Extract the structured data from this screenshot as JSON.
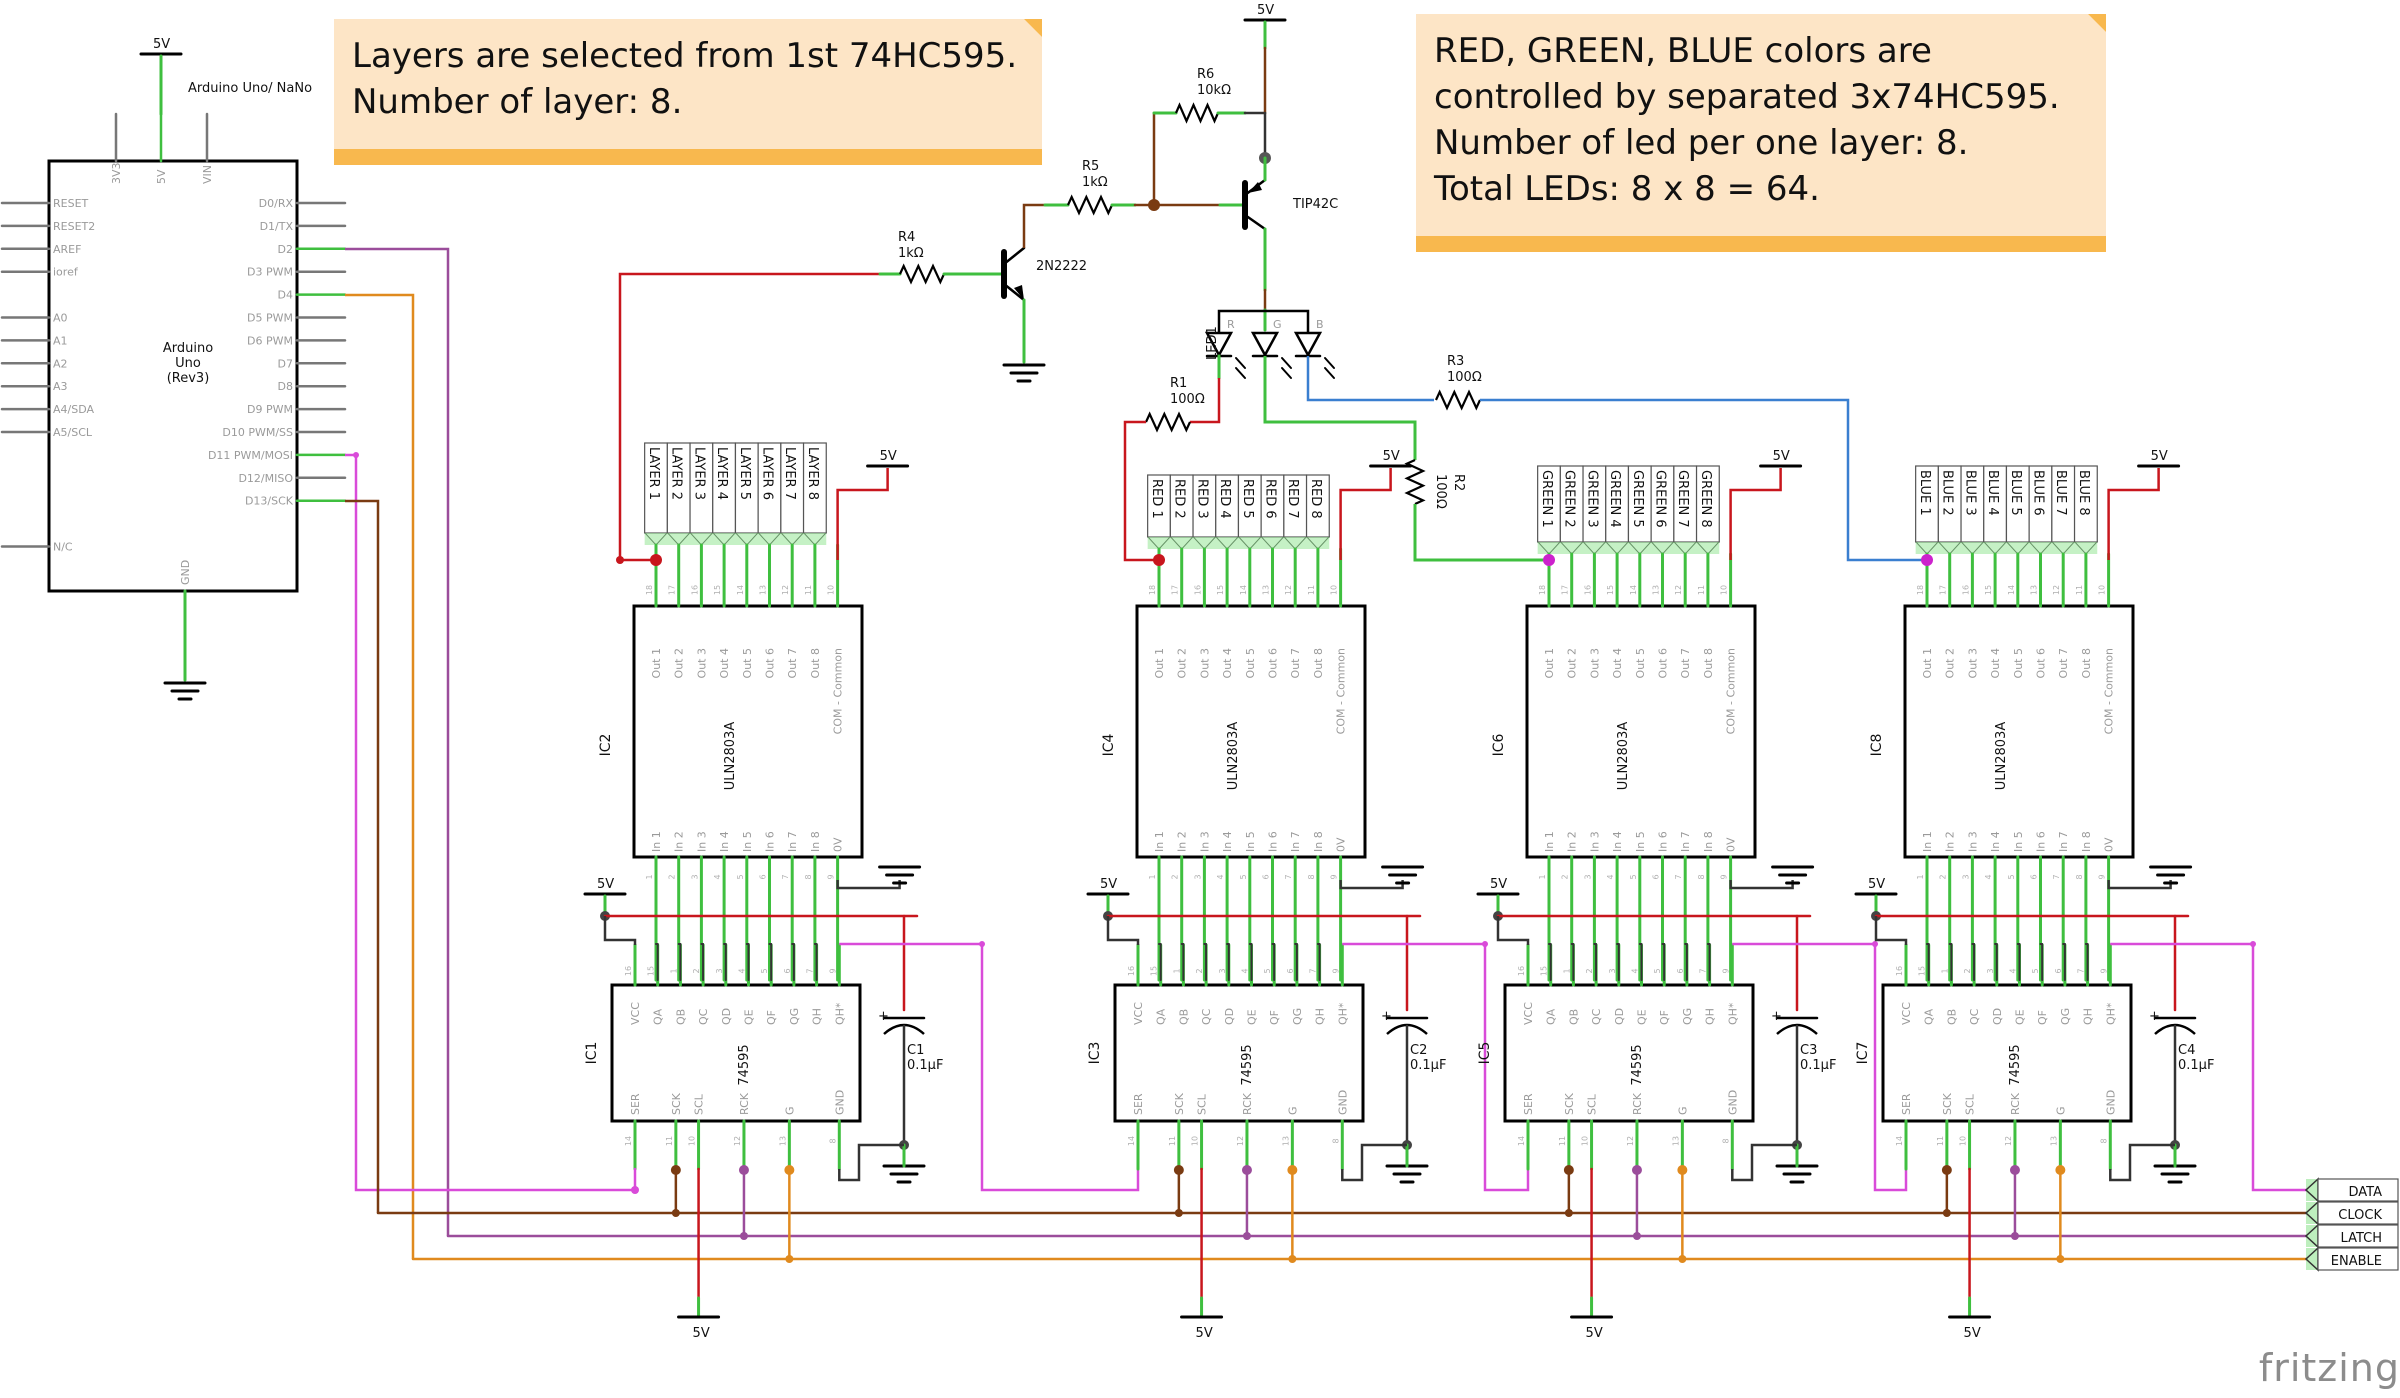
{
  "notes": {
    "layers": "Layers are selected from 1st 74HC595.\nNumber of layer: 8.",
    "colors": "RED, GREEN, BLUE colors are\ncontrolled by separated 3x74HC595.\nNumber of led per one layer: 8.\nTotal LEDs: 8 x 8 = 64."
  },
  "arduino": {
    "caption": "Arduino Uno/ NaNo",
    "name_line1": "Arduino",
    "name_line2": "Uno",
    "name_line3": "(Rev3)",
    "power_label": "5V",
    "top_pins": [
      "3V3",
      "5V",
      "VIN"
    ],
    "left_pins": [
      "RESET",
      "RESET2",
      "AREF",
      "ioref",
      "",
      "A0",
      "A1",
      "A2",
      "A3",
      "A4/SDA",
      "A5/SCL",
      "",
      "",
      "",
      "",
      "N/C"
    ],
    "right_pins": [
      "D0/RX",
      "D1/TX",
      "D2",
      "D3 PWM",
      "D4",
      "D5 PWM",
      "D6 PWM",
      "D7",
      "D8",
      "D9 PWM",
      "D10 PWM/SS",
      "D11 PWM/MOSI",
      "D12/MISO",
      "D13/SCK"
    ],
    "gnd_pin": "GND"
  },
  "transistors": {
    "q1": "2N2222",
    "q2": "TIP42C"
  },
  "resistors": {
    "r1": {
      "name": "R1",
      "value": "100Ω"
    },
    "r2": {
      "name": "R2",
      "value": "100Ω"
    },
    "r3": {
      "name": "R3",
      "value": "100Ω"
    },
    "r4": {
      "name": "R4",
      "value": "1kΩ"
    },
    "r5": {
      "name": "R5",
      "value": "1kΩ"
    },
    "r6": {
      "name": "R6",
      "value": "10kΩ"
    }
  },
  "led": {
    "name": "LED1",
    "channels": [
      "R",
      "G",
      "B"
    ]
  },
  "supply_label": "5V",
  "uln": {
    "part": "ULN2803A",
    "out_pins": [
      "Out 1",
      "Out 2",
      "Out 3",
      "Out 4",
      "Out 5",
      "Out 6",
      "Out 7",
      "Out 8",
      "COM - Common"
    ],
    "out_nums": [
      "18",
      "17",
      "16",
      "15",
      "14",
      "13",
      "12",
      "11",
      "10"
    ],
    "in_pins": [
      "In 1",
      "In 2",
      "In 3",
      "In 4",
      "In 5",
      "In 6",
      "In 7",
      "In 8",
      "0V"
    ],
    "in_nums": [
      "1",
      "2",
      "3",
      "4",
      "5",
      "6",
      "7",
      "8",
      "9"
    ]
  },
  "sr": {
    "part": "74595",
    "top_pins": [
      "VCC",
      "QA",
      "QB",
      "QC",
      "QD",
      "QE",
      "QF",
      "QG",
      "QH",
      "QH*"
    ],
    "top_nums": [
      "16",
      "15",
      "1",
      "2",
      "3",
      "4",
      "5",
      "6",
      "7",
      "9"
    ],
    "bottom_pins": [
      "SER",
      "SCK",
      "SCL",
      "RCK",
      "G",
      "GND"
    ],
    "bottom_nums": [
      "14",
      "11",
      "10",
      "12",
      "13",
      "8"
    ]
  },
  "stages": [
    {
      "uln_ref": "IC2",
      "sr_ref": "IC1",
      "cap": {
        "name": "C1",
        "value": "0.1µF"
      },
      "headers": [
        "LAYER 1",
        "LAYER 2",
        "LAYER 3",
        "LAYER 4",
        "LAYER 5",
        "LAYER 6",
        "LAYER 7",
        "LAYER 8"
      ]
    },
    {
      "uln_ref": "IC4",
      "sr_ref": "IC3",
      "cap": {
        "name": "C2",
        "value": "0.1µF"
      },
      "headers": [
        "RED 1",
        "RED 2",
        "RED 3",
        "RED 4",
        "RED 5",
        "RED 6",
        "RED 7",
        "RED 8"
      ]
    },
    {
      "uln_ref": "IC6",
      "sr_ref": "IC5",
      "cap": {
        "name": "C3",
        "value": "0.1µF"
      },
      "headers": [
        "GREEN 1",
        "GREEN 2",
        "GREEN 3",
        "GREEN 4",
        "GREEN 5",
        "GREEN 6",
        "GREEN 7",
        "GREEN 8"
      ]
    },
    {
      "uln_ref": "IC8",
      "sr_ref": "IC7",
      "cap": {
        "name": "C4",
        "value": "0.1µF"
      },
      "headers": [
        "BLUE 1",
        "BLUE 2",
        "BLUE 3",
        "BLUE 4",
        "BLUE 5",
        "BLUE 6",
        "BLUE 7",
        "BLUE 8"
      ]
    }
  ],
  "bus_labels": [
    "DATA",
    "CLOCK",
    "LATCH",
    "ENABLE"
  ],
  "wire_colors": {
    "data": "#d94bd9",
    "clock": "#7a3b12",
    "latch": "#9b4d9b",
    "enable": "#e08a1e",
    "power": "#c8161d",
    "blue": "#3a7fd0",
    "green": "#3fbf3f",
    "brown": "#7a3b12"
  },
  "watermark": "fritzing"
}
